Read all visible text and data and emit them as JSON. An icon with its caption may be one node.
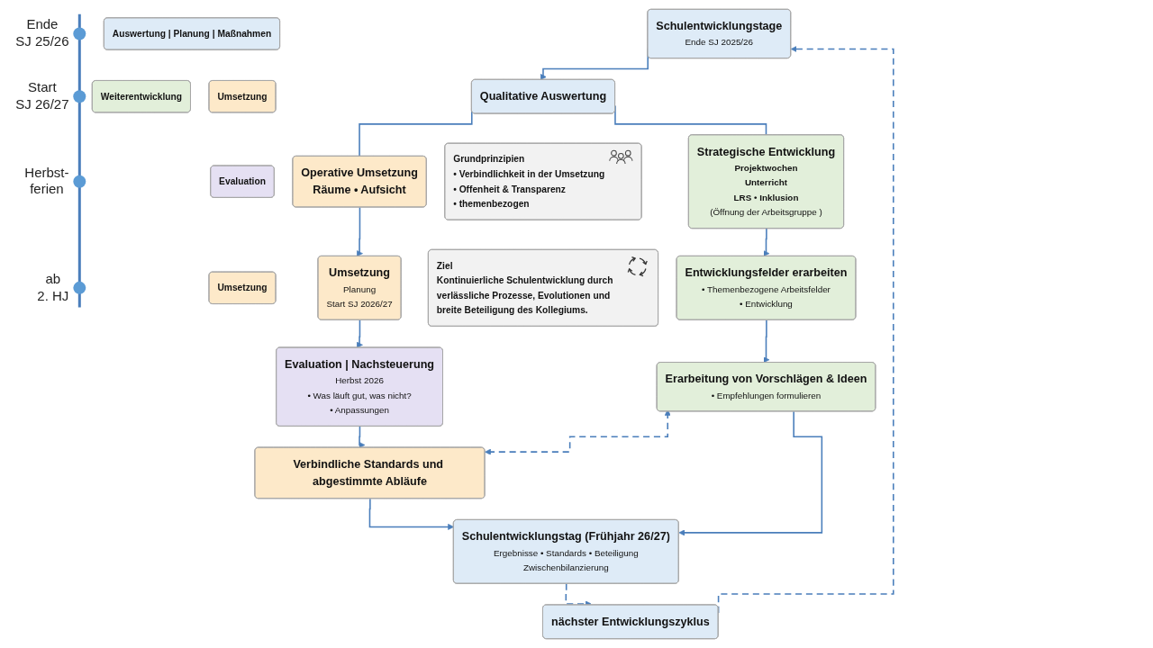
{
  "diagram": {
    "nodes": [
      {
        "text": [
          "Auswertung | Planung | Maßnahmen"
        ]
      },
      {
        "text": [
          "Weiterentwicklung"
        ]
      },
      {
        "text": [
          "Umsetzung"
        ]
      },
      {
        "text": [
          "Evaluation"
        ]
      },
      {
        "text": [
          "Umsetzung"
        ]
      },
      {
        "text": [
          "Schulentwicklungstage",
          "Ende SJ 2025/26"
        ]
      },
      {
        "text": [
          "Qualitative Auswertung"
        ]
      },
      {
        "text": [
          "Operative Umsetzung",
          "Räume • Aufsicht"
        ]
      },
      {
        "text": [
          "Umsetzung",
          "Planung",
          "Start SJ 2026/27"
        ]
      },
      {
        "text": [
          "Evaluation | Nachsteuerung",
          "Herbst 2026",
          "• Was läuft gut, was nicht?",
          "• Anpassungen"
        ]
      },
      {
        "text": [
          "Verbindliche Standards und abgestimmte Abläufe"
        ]
      },
      {
        "text": [
          "Grundprinzipien",
          "• Verbindlichkeit in der Umsetzung",
          "• Offenheit & Transparenz",
          "• themenbezogen"
        ]
      },
      {
        "text": [
          "Ziel",
          "Kontinuierliche Schulentwicklung durch verlässliche Prozesse, Evolutionen und breite Beteiligung des Kollegiums."
        ]
      },
      {
        "text": [
          "Strategische Entwicklung",
          "Projektwochen",
          "Unterricht",
          "LRS • Inklusion",
          "(Öffnung der Arbeitsgruppe )"
        ]
      },
      {
        "text": [
          "Entwicklungsfelder erarbeiten",
          "• Themenbezogene Arbeitsfelder",
          "• Entwicklung"
        ]
      },
      {
        "text": [
          "Erarbeitung von Vorschlägen & Ideen",
          "• Empfehlungen formulieren"
        ]
      },
      {
        "text": [
          "Schulentwicklungstag (Frühjahr 26/27)",
          "Ergebnisse • Standards • Beteiligung",
          "Zwischenbilanzierung"
        ]
      },
      {
        "text": [
          "nächster Entwicklungszyklus"
        ]
      }
    ],
    "edges": [
      {
        "from": 5,
        "to": 6,
        "arrow": "to"
      },
      {
        "from": 6,
        "to": 7,
        "arrow": "none"
      },
      {
        "from": 6,
        "to": 13,
        "arrow": "none"
      },
      {
        "from": 7,
        "to": 8,
        "arrow": "to"
      },
      {
        "from": 8,
        "to": 9,
        "arrow": "to"
      },
      {
        "from": 9,
        "to": 10,
        "arrow": "to"
      },
      {
        "from": 13,
        "to": 14,
        "arrow": "to"
      },
      {
        "from": 14,
        "to": 15,
        "arrow": "to"
      },
      {
        "from": 15,
        "to": 10,
        "arrow": "both",
        "style": "dashed"
      },
      {
        "from": 10,
        "to": 16,
        "arrow": "to"
      },
      {
        "from": 15,
        "to": 16,
        "arrow": "to"
      },
      {
        "from": 16,
        "to": 17,
        "arrow": "to",
        "style": "dashed"
      },
      {
        "from": 17,
        "to": 5,
        "arrow": "to",
        "style": "dashed"
      }
    ],
    "labels": [
      "Ende SJ 25/26",
      "Start SJ 26/27",
      "Herbst- ferien",
      "ab 2. HJ"
    ]
  }
}
